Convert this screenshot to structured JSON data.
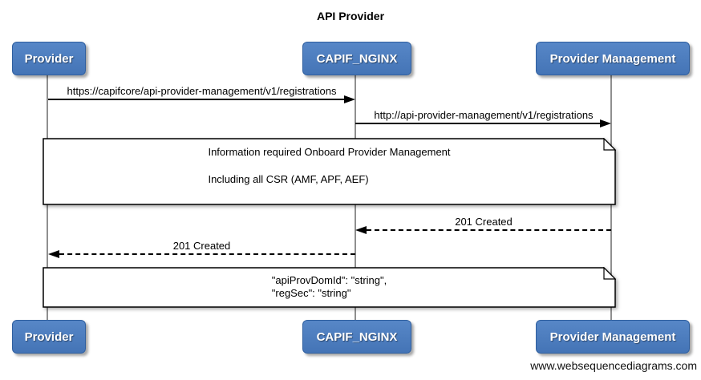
{
  "diagram": {
    "title": "API Provider",
    "footer": "www.websequencediagrams.com"
  },
  "actors": [
    {
      "label": "Provider"
    },
    {
      "label": "CAPIF_NGINX"
    },
    {
      "label": "Provider Management"
    }
  ],
  "messages": [
    {
      "label": "https://capifcore/api-provider-management/v1/registrations",
      "from": "Provider",
      "to": "CAPIF_NGINX",
      "line": "solid",
      "direction": "right"
    },
    {
      "label": "http://api-provider-management/v1/registrations",
      "from": "CAPIF_NGINX",
      "to": "Provider Management",
      "line": "solid",
      "direction": "right"
    },
    {
      "label": "201 Created",
      "from": "Provider Management",
      "to": "CAPIF_NGINX",
      "line": "dashed",
      "direction": "left"
    },
    {
      "label": "201 Created",
      "from": "CAPIF_NGINX",
      "to": "Provider",
      "line": "dashed",
      "direction": "left"
    }
  ],
  "notes": [
    {
      "lines": [
        "Information required Onboard Provider Management",
        "Including all CSR (AMF, APF, AEF)"
      ]
    },
    {
      "lines": [
        "\"apiProvDomId\": \"string\",",
        "\"regSec\": \"string\""
      ]
    }
  ],
  "colors": {
    "actor_fill": "#4d7ec0",
    "actor_border": "#2f5f9f",
    "lifeline": "#8f8f8f",
    "arrow": "#000000",
    "note_bg": "#ffffff"
  }
}
